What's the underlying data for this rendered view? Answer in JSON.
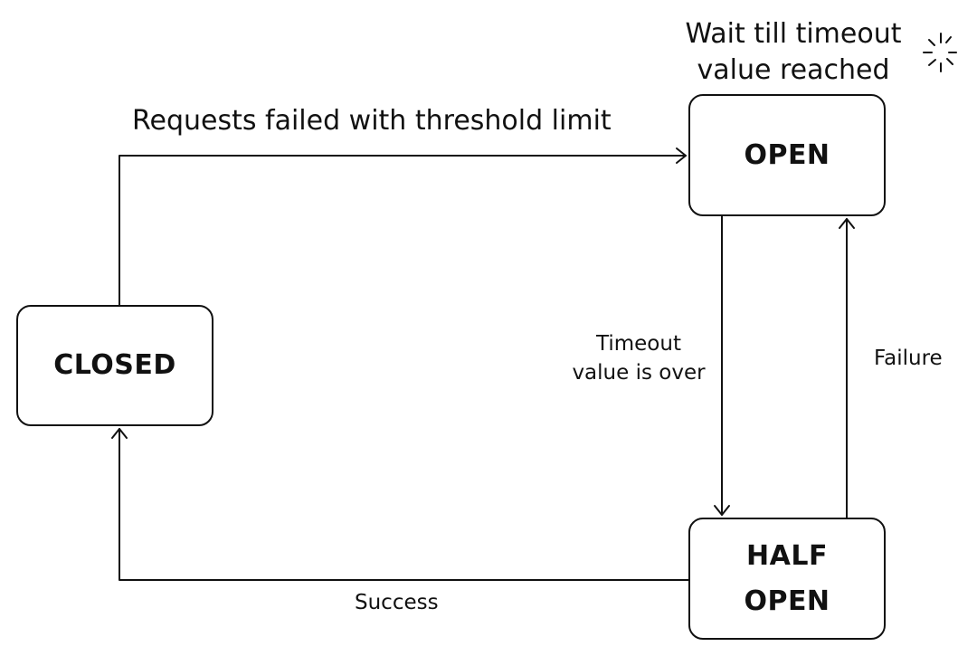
{
  "states": {
    "closed": "CLOSED",
    "open": "OPEN",
    "half_open_line1": "HALF",
    "half_open_line2": "OPEN"
  },
  "transitions": {
    "closed_to_open": "Requests failed with threshold limit",
    "open_to_half_open_line1": "Timeout",
    "open_to_half_open_line2": "value is over",
    "half_open_to_open": "Failure",
    "half_open_to_closed": "Success"
  },
  "open_note": {
    "line1": "Wait till timeout",
    "line2": "value reached"
  },
  "icons": {
    "spinner": "loading-spinner-icon"
  },
  "colors": {
    "stroke": "#111111",
    "background": "#ffffff"
  }
}
